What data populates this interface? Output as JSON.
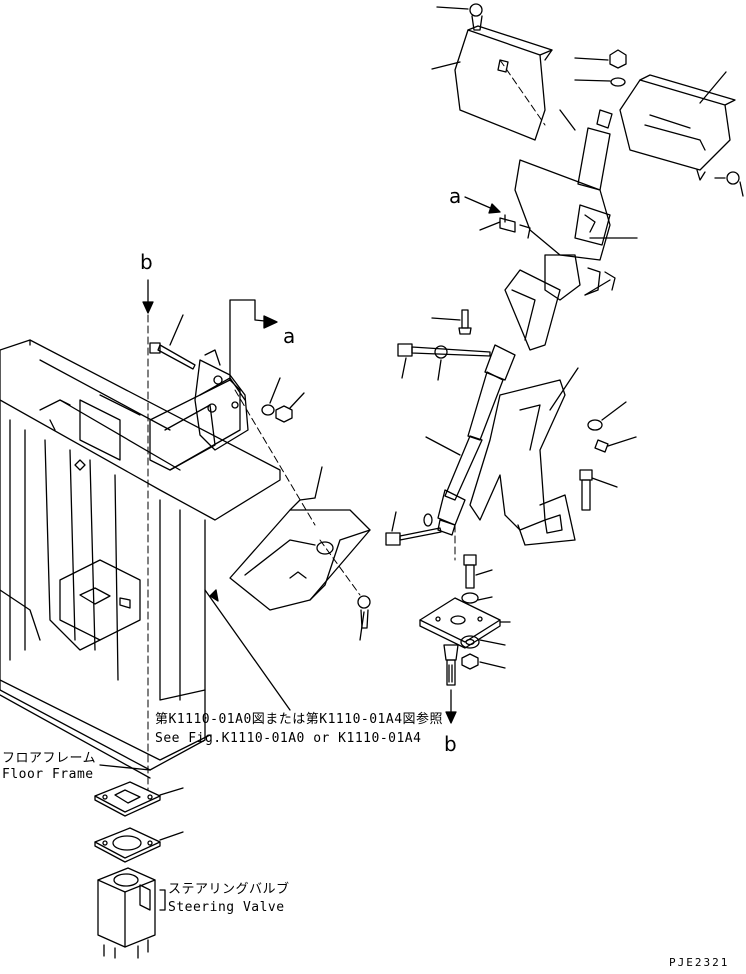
{
  "callouts": {
    "a_upper": "a",
    "a_lower": "a",
    "b_upper": "b",
    "b_lower": "b"
  },
  "labels": {
    "see_fig_jp": "第K1110-01A0図または第K1110-01A4図参照",
    "see_fig_en": "See Fig.K1110-01A0 or K1110-01A4",
    "floor_frame_jp": "フロアフレーム",
    "floor_frame_en": "Floor Frame",
    "steering_valve_jp": "ステアリングバルブ",
    "steering_valve_en": "Steering Valve"
  },
  "drawing_code": "PJE2321"
}
